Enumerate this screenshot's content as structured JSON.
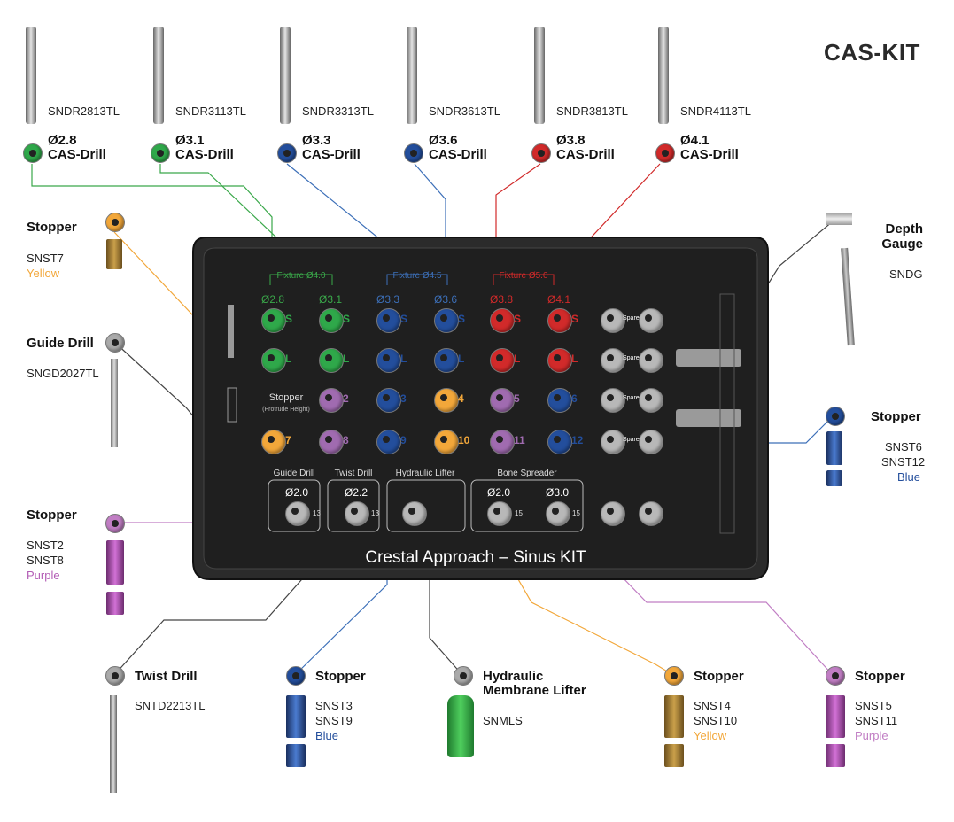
{
  "title": "CAS-KIT",
  "drills": [
    {
      "code": "SNDR2813TL",
      "size": "Ø2.8",
      "name": "CAS-Drill",
      "color": "#2fa84a"
    },
    {
      "code": "SNDR3113TL",
      "size": "Ø3.1",
      "name": "CAS-Drill",
      "color": "#2fa84a"
    },
    {
      "code": "SNDR3313TL",
      "size": "Ø3.3",
      "name": "CAS-Drill",
      "color": "#234e9c"
    },
    {
      "code": "SNDR3613TL",
      "size": "Ø3.6",
      "name": "CAS-Drill",
      "color": "#234e9c"
    },
    {
      "code": "SNDR3813TL",
      "size": "Ø3.8",
      "name": "CAS-Drill",
      "color": "#d12a2a"
    },
    {
      "code": "SNDR4113TL",
      "size": "Ø4.1",
      "name": "CAS-Drill",
      "color": "#d12a2a"
    }
  ],
  "left": {
    "stopper_yellow": {
      "title": "Stopper",
      "code": "SNST7",
      "color_name": "Yellow",
      "color": "#f2a73a"
    },
    "guide_drill": {
      "title": "Guide Drill",
      "code": "SNGD2027TL"
    },
    "stopper_purple": {
      "title": "Stopper",
      "code1": "SNST2",
      "code2": "SNST8",
      "color_name": "Purple",
      "color": "#c17ec4"
    }
  },
  "right": {
    "depth_gauge": {
      "title1": "Depth",
      "title2": "Gauge",
      "code": "SNDG"
    },
    "stopper_blue": {
      "title": "Stopper",
      "code1": "SNST6",
      "code2": "SNST12",
      "color_name": "Blue",
      "color": "#234e9c"
    }
  },
  "bottom": [
    {
      "title": "Twist Drill",
      "title2": "",
      "code1": "SNTD2213TL",
      "code2": "",
      "color_name": "",
      "dot": "#aaaaaa"
    },
    {
      "title": "Stopper",
      "title2": "",
      "code1": "SNST3",
      "code2": "SNST9",
      "color_name": "Blue",
      "dot": "#234e9c"
    },
    {
      "title": "Hydraulic",
      "title2": "Membrane Lifter",
      "code1": "SNMLS",
      "code2": "",
      "color_name": "",
      "dot": "#aaaaaa"
    },
    {
      "title": "Stopper",
      "title2": "",
      "code1": "SNST4",
      "code2": "SNST10",
      "color_name": "Yellow",
      "dot": "#f2a73a"
    },
    {
      "title": "Stopper",
      "title2": "",
      "code1": "SNST5",
      "code2": "SNST11",
      "color_name": "Purple",
      "dot": "#c17ec4"
    }
  ],
  "kit": {
    "fixture_labels": [
      "Fixture Ø4.0",
      "Fixture Ø4.5",
      "Fixture Ø5.0"
    ],
    "column_sizes": [
      "Ø2.8",
      "Ø3.1",
      "Ø3.3",
      "Ø3.6",
      "Ø3.8",
      "Ø4.1"
    ],
    "stopper_label": "Stopper",
    "stopper_sub": "(Protrude Height)",
    "spare": "Spare",
    "stopper_numbers": [
      "2",
      "3",
      "4",
      "5",
      "6",
      "7",
      "8",
      "9",
      "10",
      "11",
      "12"
    ],
    "row_s": "S",
    "row_l": "L",
    "row_len": "13",
    "bottom_sections": [
      "Guide Drill",
      "Twist Drill",
      "Hydraulic Lifter",
      "Bone Spreader"
    ],
    "guide_size": "Ø2.0",
    "twist_size": "Ø2.2",
    "spreader_sizes": [
      "Ø2.0",
      "Ø3.0"
    ],
    "len13": "13",
    "len15": "15",
    "kit_title": "Crestal Approach – Sinus KIT"
  }
}
